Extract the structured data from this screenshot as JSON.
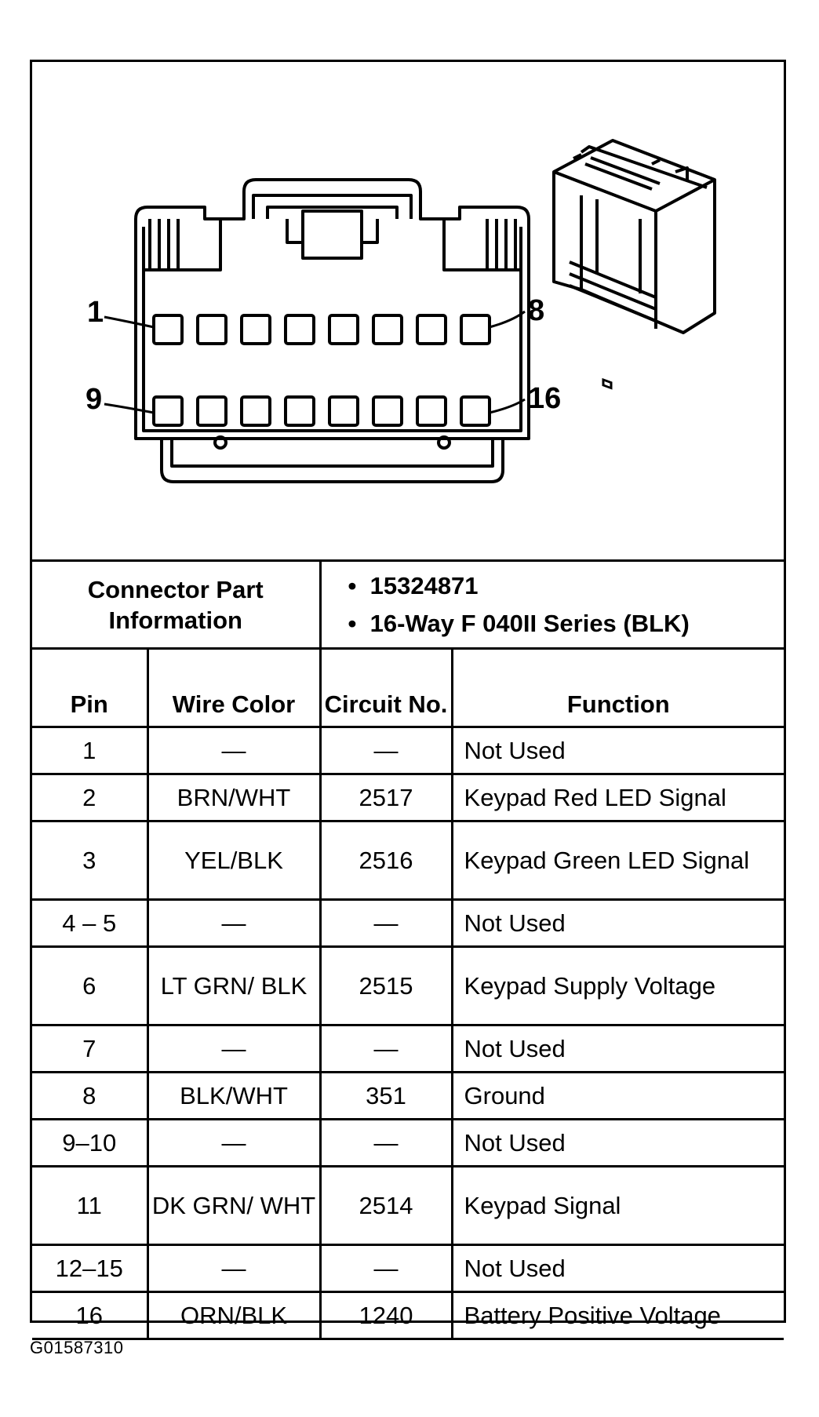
{
  "pin_labels": {
    "top_left": "1",
    "top_right": "8",
    "bottom_left": "9",
    "bottom_right": "16"
  },
  "connector_info": {
    "label": "Connector Part Information",
    "items": [
      "15324871",
      "16-Way F 040II Series (BLK)"
    ]
  },
  "table": {
    "headers": {
      "pin": "Pin",
      "wire_color": "Wire Color",
      "circuit_no": "Circuit No.",
      "function": "Function"
    },
    "rows": [
      {
        "pin": "1",
        "wire_color": "—",
        "circuit_no": "—",
        "function": "Not Used"
      },
      {
        "pin": "2",
        "wire_color": "BRN/WHT",
        "circuit_no": "2517",
        "function": "Keypad Red LED Signal"
      },
      {
        "pin": "3",
        "wire_color": "YEL/BLK",
        "circuit_no": "2516",
        "function": "Keypad Green LED Signal"
      },
      {
        "pin": "4 – 5",
        "wire_color": "—",
        "circuit_no": "—",
        "function": "Not Used"
      },
      {
        "pin": "6",
        "wire_color": "LT GRN/ BLK",
        "circuit_no": "2515",
        "function": "Keypad Supply Voltage"
      },
      {
        "pin": "7",
        "wire_color": "—",
        "circuit_no": "—",
        "function": "Not Used"
      },
      {
        "pin": "8",
        "wire_color": "BLK/WHT",
        "circuit_no": "351",
        "function": "Ground"
      },
      {
        "pin": "9–10",
        "wire_color": "—",
        "circuit_no": "—",
        "function": "Not Used"
      },
      {
        "pin": "11",
        "wire_color": "DK GRN/ WHT",
        "circuit_no": "2514",
        "function": "Keypad Signal"
      },
      {
        "pin": "12–15",
        "wire_color": "—",
        "circuit_no": "—",
        "function": "Not Used"
      },
      {
        "pin": "16",
        "wire_color": "ORN/BLK",
        "circuit_no": "1240",
        "function": "Battery Positive Voltage"
      }
    ]
  },
  "figure_id": "G01587310"
}
